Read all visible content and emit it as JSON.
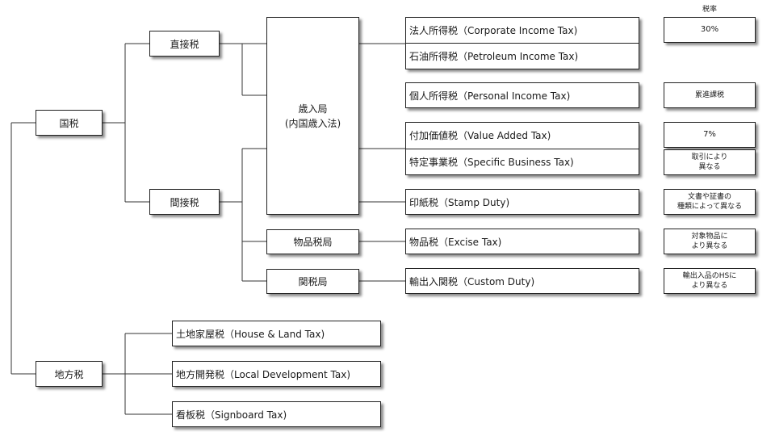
{
  "rate_header": "税率",
  "categories": {
    "national": "国税",
    "local": "地方税",
    "direct": "直接税",
    "indirect": "間接税"
  },
  "agencies": {
    "revenue_line1": "歳入局",
    "revenue_line2": "(内国歳入法)",
    "excise": "物品税局",
    "customs": "関税局"
  },
  "taxes": {
    "corporate": "法人所得税（Corporate Income Tax)",
    "petroleum": "石油所得税（Petroleum Income Tax)",
    "personal": "個人所得税（Personal Income Tax)",
    "vat": "付加価値税（Value Added Tax)",
    "specific_business": "特定事業税（Specific Business Tax)",
    "stamp": "印紙税（Stamp Duty)",
    "excise": "物品税（Excise Tax)",
    "customs": "輸出入関税（Custom Duty)",
    "house_land": "土地家屋税（House & Land Tax)",
    "local_dev": "地方開発税（Local Development Tax)",
    "signboard": "看板税（Signboard Tax)"
  },
  "rates": {
    "corporate": "30%",
    "personal": "累進課税",
    "vat": "7%",
    "specific_business": "取引により\n異なる",
    "stamp": "文書や証書の\n種類によって異なる",
    "excise": "対象物品に\nより異なる",
    "customs": "輸出入品のHSに\nより異なる"
  }
}
